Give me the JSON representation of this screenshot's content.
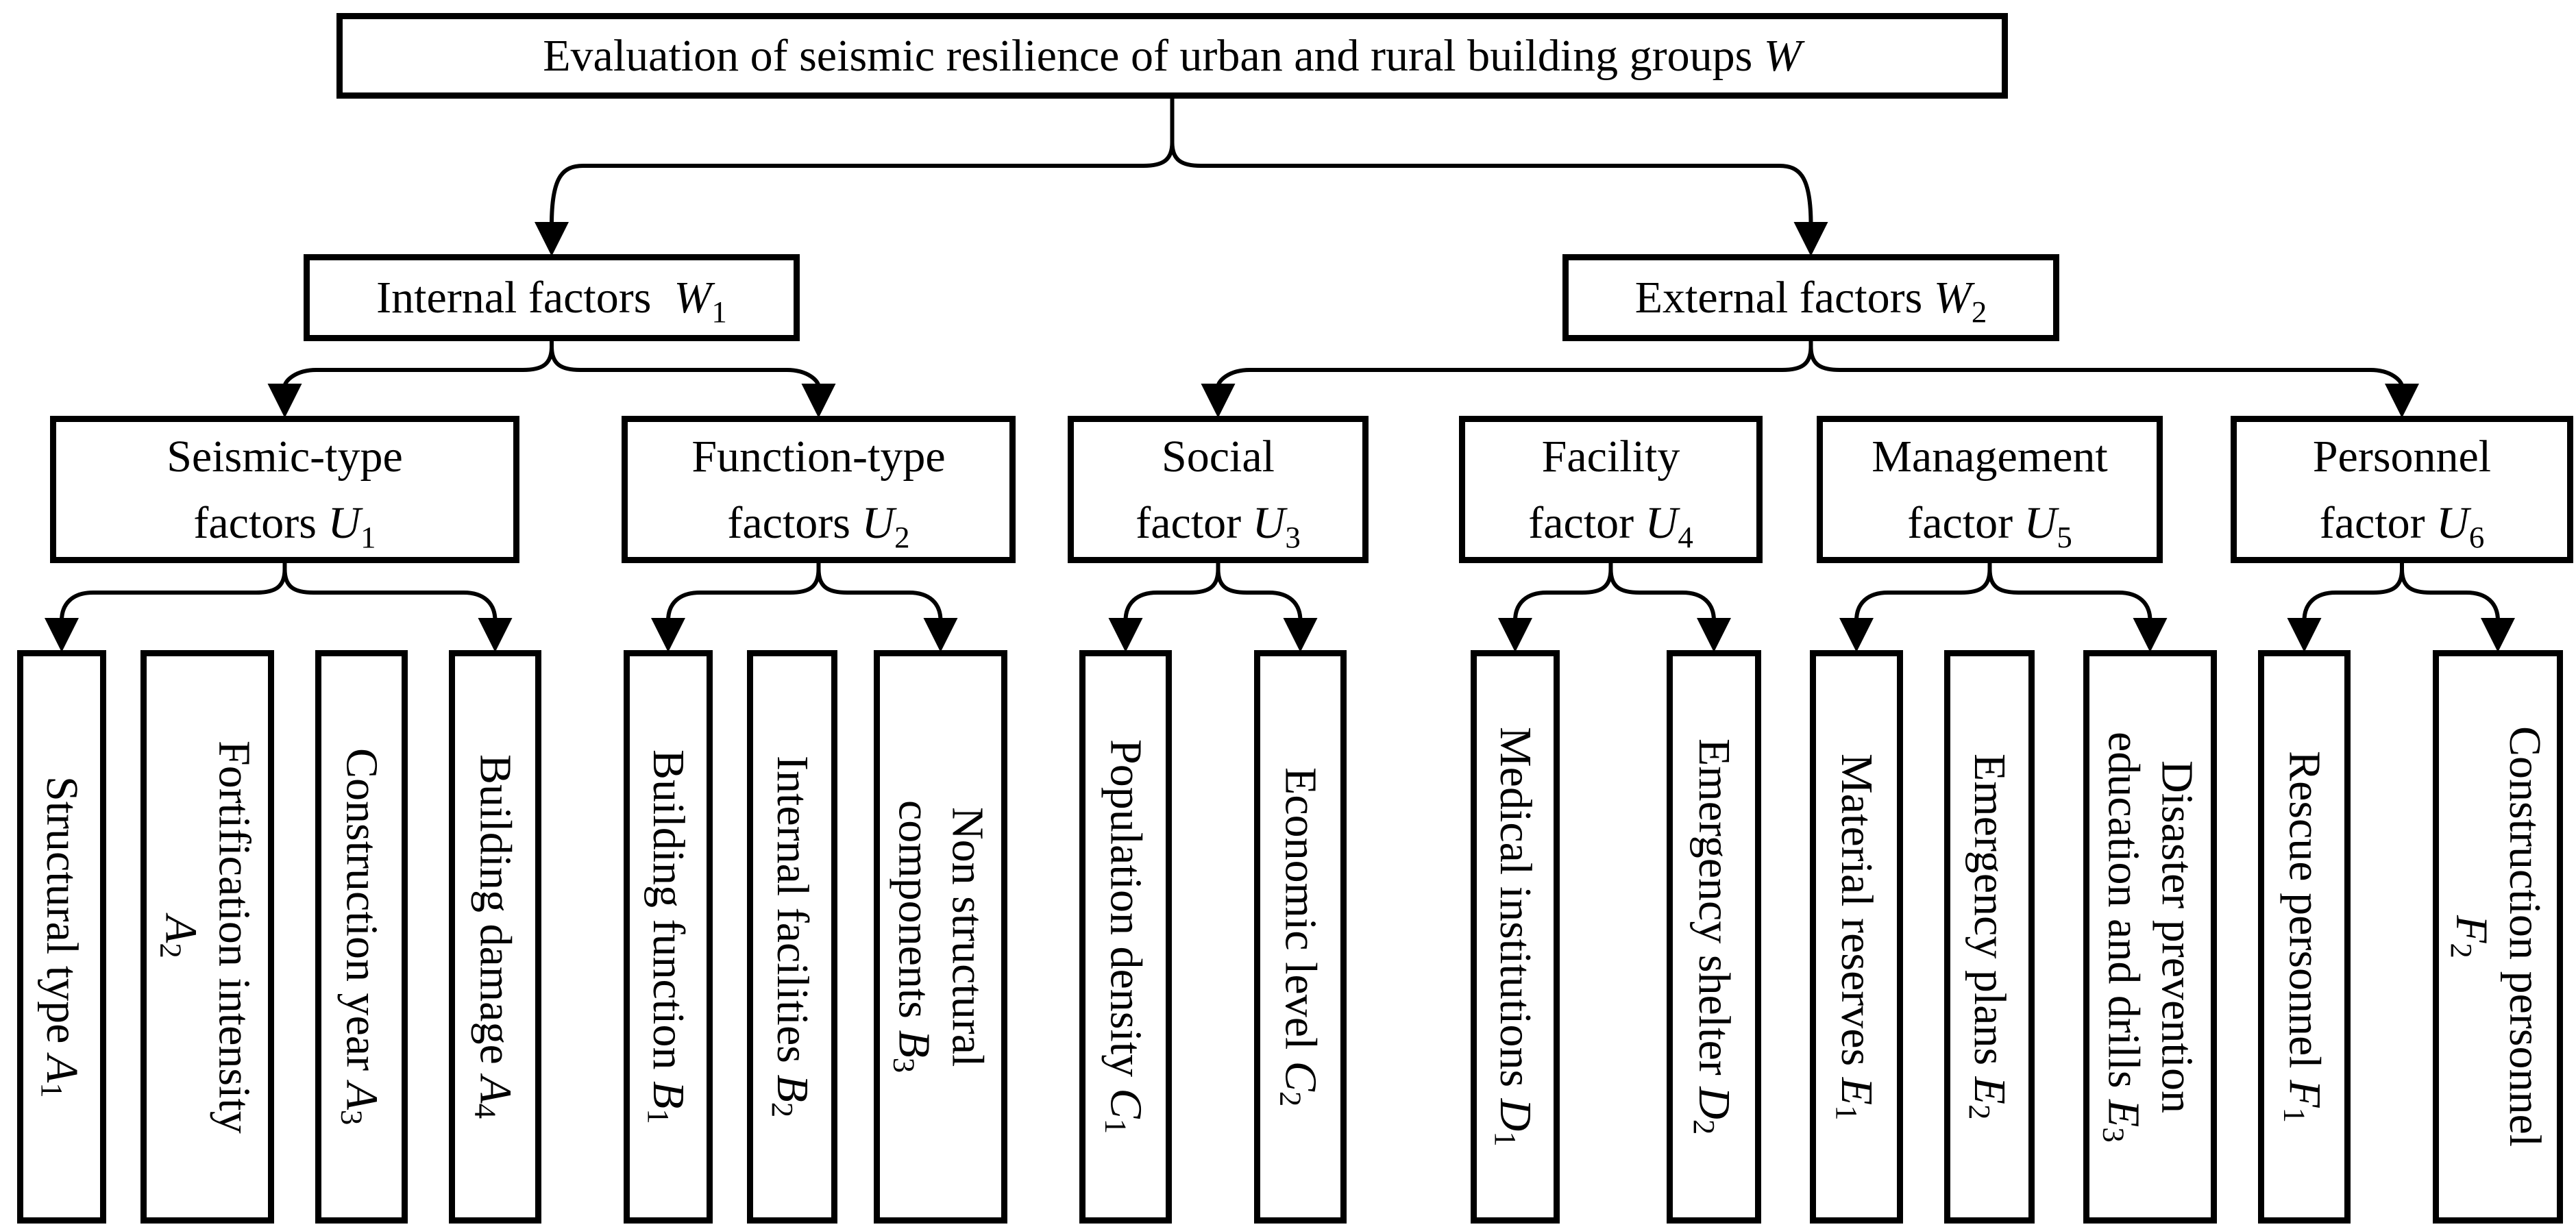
{
  "figure": {
    "type": "hierarchy-tree",
    "description": "Evaluation index system tree for seismic resilience of urban and rural building groups"
  },
  "nodes": {
    "root": {
      "text": "Evaluation of seismic resilience of urban and rural building groups",
      "var": "W",
      "sub": ""
    },
    "w1": {
      "text": "Internal factors",
      "var": "W",
      "sub": "1"
    },
    "w2": {
      "text": "External factors",
      "var": "W",
      "sub": "2"
    },
    "u1": {
      "line1": "Seismic-type",
      "line2": "factors",
      "var": "U",
      "sub": "1"
    },
    "u2": {
      "line1": "Function-type",
      "line2": "factors",
      "var": "U",
      "sub": "2"
    },
    "u3": {
      "line1": "Social",
      "line2": "factor",
      "var": "U",
      "sub": "3"
    },
    "u4": {
      "line1": "Facility",
      "line2": "factor",
      "var": "U",
      "sub": "4"
    },
    "u5": {
      "line1": "Management",
      "line2": "factor",
      "var": "U",
      "sub": "5"
    },
    "u6": {
      "line1": "Personnel",
      "line2": "factor",
      "var": "U",
      "sub": "6"
    },
    "a1": {
      "line1": "Structural type",
      "var": "A",
      "sub": "1"
    },
    "a2": {
      "line1": "Fortification intensity",
      "line2": "",
      "var": "A",
      "sub": "2"
    },
    "a3": {
      "line1": "Construction year",
      "var": "A",
      "sub": "3"
    },
    "a4": {
      "line1": "Building damage",
      "var": "A",
      "sub": "4"
    },
    "b1": {
      "line1": "Building function",
      "var": "B",
      "sub": "1"
    },
    "b2": {
      "line1": "Internal facilities",
      "var": "B",
      "sub": "2"
    },
    "b3": {
      "line1": "Non structural",
      "line2": "components",
      "var": "B",
      "sub": "3"
    },
    "c1": {
      "line1": "Population density",
      "var": "C",
      "sub": "1"
    },
    "c2": {
      "line1": "Economic level",
      "var": "C",
      "sub": "2"
    },
    "d1": {
      "line1": "Medical institutions",
      "var": "D",
      "sub": "1"
    },
    "d2": {
      "line1": "Emergency shelter",
      "var": "D",
      "sub": "2"
    },
    "e1": {
      "line1": "Material reserves",
      "var": "E",
      "sub": "1"
    },
    "e2": {
      "line1": "Emergency plans",
      "var": "E",
      "sub": "2"
    },
    "e3": {
      "line1": "Disaster prevention",
      "line2": "education and drills",
      "var": "E",
      "sub": "3"
    },
    "f1": {
      "line1": "Rescue personnel",
      "var": "F",
      "sub": "1"
    },
    "f2": {
      "line1": "Construction personnel",
      "line2": "",
      "var": "F",
      "sub": "2"
    }
  },
  "edges": [
    {
      "from": "root",
      "to": [
        "w1",
        "w2"
      ]
    },
    {
      "from": "w1",
      "to": [
        "u1",
        "u2"
      ]
    },
    {
      "from": "w2",
      "to": [
        "u3",
        "u6"
      ]
    },
    {
      "from": "u1",
      "to": [
        "a1",
        "a4"
      ]
    },
    {
      "from": "u2",
      "to": [
        "b1",
        "b3"
      ]
    },
    {
      "from": "u3",
      "to": [
        "c1",
        "c2"
      ]
    },
    {
      "from": "u4",
      "to": [
        "d1",
        "d2"
      ]
    },
    {
      "from": "u5",
      "to": [
        "e1",
        "e3"
      ]
    },
    {
      "from": "u6",
      "to": [
        "f1",
        "f2"
      ]
    }
  ]
}
